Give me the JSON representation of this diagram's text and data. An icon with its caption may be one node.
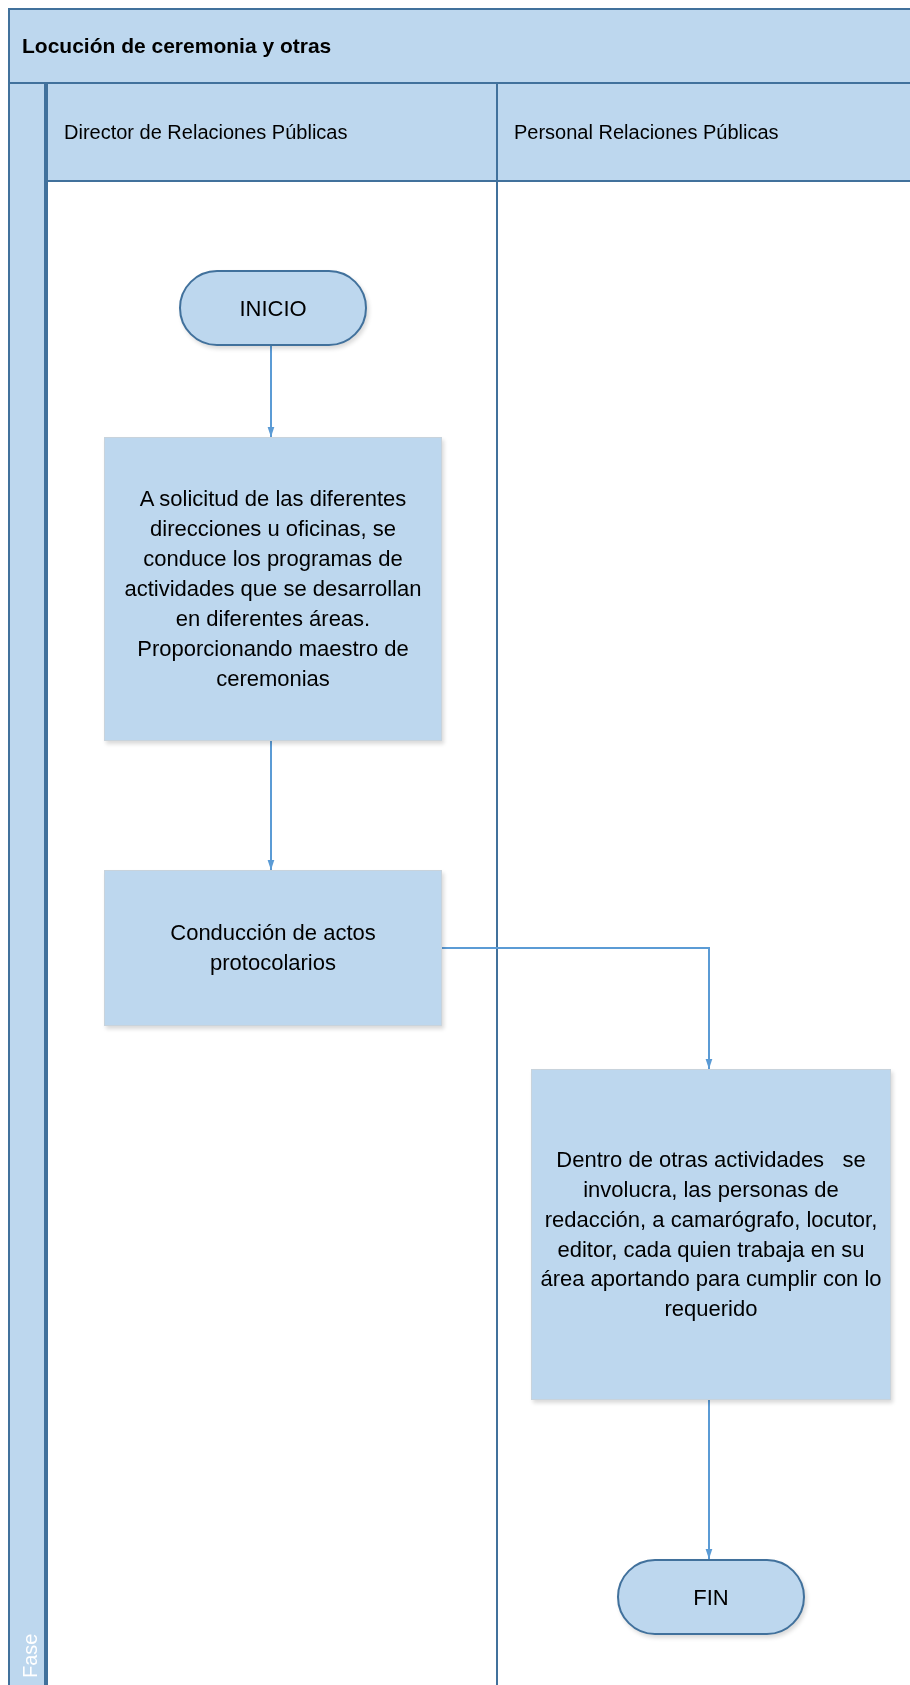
{
  "diagram": {
    "nodes": [
      {
        "text": [
          "Locución de ceremonia y otras"
        ]
      },
      {
        "text": [
          "Fase"
        ],
        "in": 0
      },
      {
        "text": [
          "Director de Relaciones Públicas"
        ],
        "in": 0
      },
      {
        "text": [
          "Personal Relaciones Públicas"
        ],
        "in": 0
      },
      {
        "text": [
          "INICIO"
        ],
        "in": 2
      },
      {
        "text": [
          "A solicitud de las diferentes direcciones u oficinas, se conduce los programas de actividades que se desarrollan en diferentes áreas. Proporcionando maestro de ceremonias"
        ],
        "in": 2
      },
      {
        "text": [
          "Conducción de actos protocolarios"
        ],
        "in": 2
      },
      {
        "text": [
          "Dentro de otras actividades   se involucra, las personas de redacción, a camarógrafo, locutor, editor, cada quien trabaja en su área aportando para cumplir con lo requerido"
        ],
        "in": 3
      },
      {
        "text": [
          "FIN"
        ],
        "in": 3
      }
    ],
    "edges": [
      {
        "from": 4,
        "to": 5,
        "arrow": "to"
      },
      {
        "from": 5,
        "to": 6,
        "arrow": "to"
      },
      {
        "from": 6,
        "to": 7,
        "arrow": "to"
      },
      {
        "from": 7,
        "to": 8,
        "arrow": "to"
      }
    ]
  }
}
